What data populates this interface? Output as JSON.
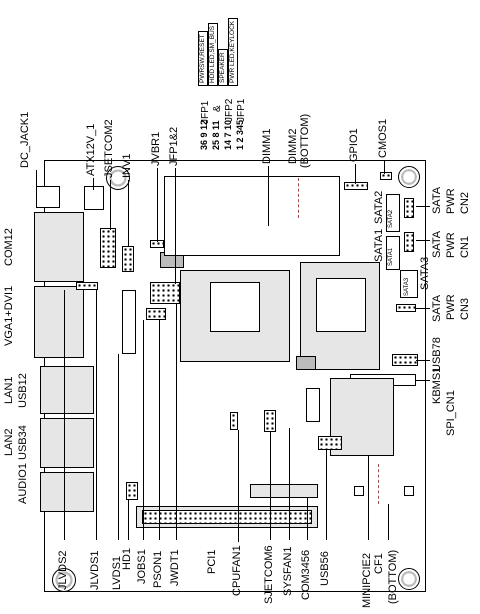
{
  "labels": {
    "dc_jack": "DC_JACK1",
    "atx": "ATX12V_1",
    "jsetcom2": "JSETCOM2",
    "inv1": "INV1",
    "jvbr1": "JVBR1",
    "jfp12": "JFP1&2",
    "dimm1": "DIMM1",
    "dimm2": "DIMM2",
    "dimm2_sub": "(BOTTOM)",
    "gpio1": "GPIO1",
    "cmos1": "CMOS1",
    "com12": "COM12",
    "vga": "VGA1+DVI1",
    "lan1": "LAN1",
    "usb12": "USB12",
    "lan2": "LAN2",
    "usb34": "USB34",
    "audio1": "AUDIO1",
    "jlvds2": "JLVDS2",
    "jlvds1": "JLVDS1",
    "lvds1": "LVDS1",
    "hd1": "HD1",
    "jobs1": "JOBS1",
    "pson1": "PSON1",
    "jwdt1": "JWDT1",
    "pci1": "PCI1",
    "cpufan1": "CPUFAN1",
    "sjetcom6": "SJETCOM6",
    "sysfan1": "SYSFAN1",
    "com3456": "COM3456",
    "usb56": "USB56",
    "minipcie2": "MINIPCIE2",
    "cf1": "CF1",
    "cf1_sub": "(BOTTOM)",
    "spi_cn1": "SPI_CN1",
    "kbms1": "KBMS1",
    "usb78": "USB78",
    "sata_pwr_cn2_a": "SATA",
    "sata_pwr_cn2_b": "PWR",
    "sata_pwr_cn2_c": "CN2",
    "sata_pwr_cn1_a": "SATA",
    "sata_pwr_cn1_b": "PWR",
    "sata_pwr_cn1_c": "CN1",
    "sata_pwr_cn3_a": "SATA",
    "sata_pwr_cn3_b": "PWR",
    "sata_pwr_cn3_c": "CN3",
    "sata1": "SATA1",
    "sata2": "SATA2",
    "sata3": "SATA3",
    "sata1_pin": "SATA1",
    "sata2_pin": "SATA2",
    "sata3_pin": "SATA3"
  },
  "jfp_legend": {
    "items": [
      "PWRSW,RESET",
      "HDD LED,SM_BUS",
      "SPEAKER",
      "PWR LED,KEYLOCK"
    ],
    "rows": [
      "36  9  12",
      "25  8  11",
      "14  7  10",
      "1  2  345"
    ],
    "jfp1": "JFP1",
    "amp": "&",
    "jfp2": "JFP2",
    "jfp1b": "JFP1"
  }
}
